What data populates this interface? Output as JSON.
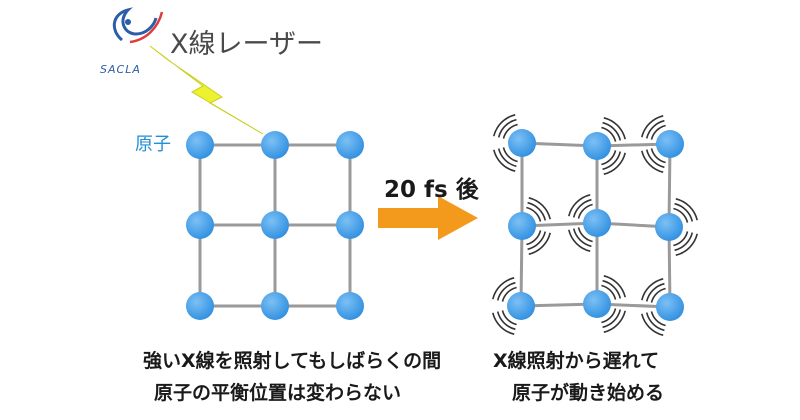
{
  "logo": {
    "text": "SACLA"
  },
  "laser": {
    "label": "X線レーザー"
  },
  "atom_label": "原子",
  "time_label": "20 fs 後",
  "caption_left": [
    "強いX線を照射してもしばらくの間",
    "原子の平衡位置は変わらない"
  ],
  "caption_right": [
    "X線照射から遅れて",
    "原子が動き始める"
  ],
  "colors": {
    "atom": "#2f8fe0",
    "atom_highlight": "#7cc0f5",
    "lattice": "#9a9a9a",
    "arrow": "#f39a1c",
    "lightning": "#ecf230",
    "logo_blue": "#2b5ea8",
    "logo_red": "#e03a3a"
  },
  "icons": [
    "sacla-logo-icon",
    "lightning-bolt-icon",
    "right-arrow-icon",
    "vibration-marks-icon"
  ]
}
